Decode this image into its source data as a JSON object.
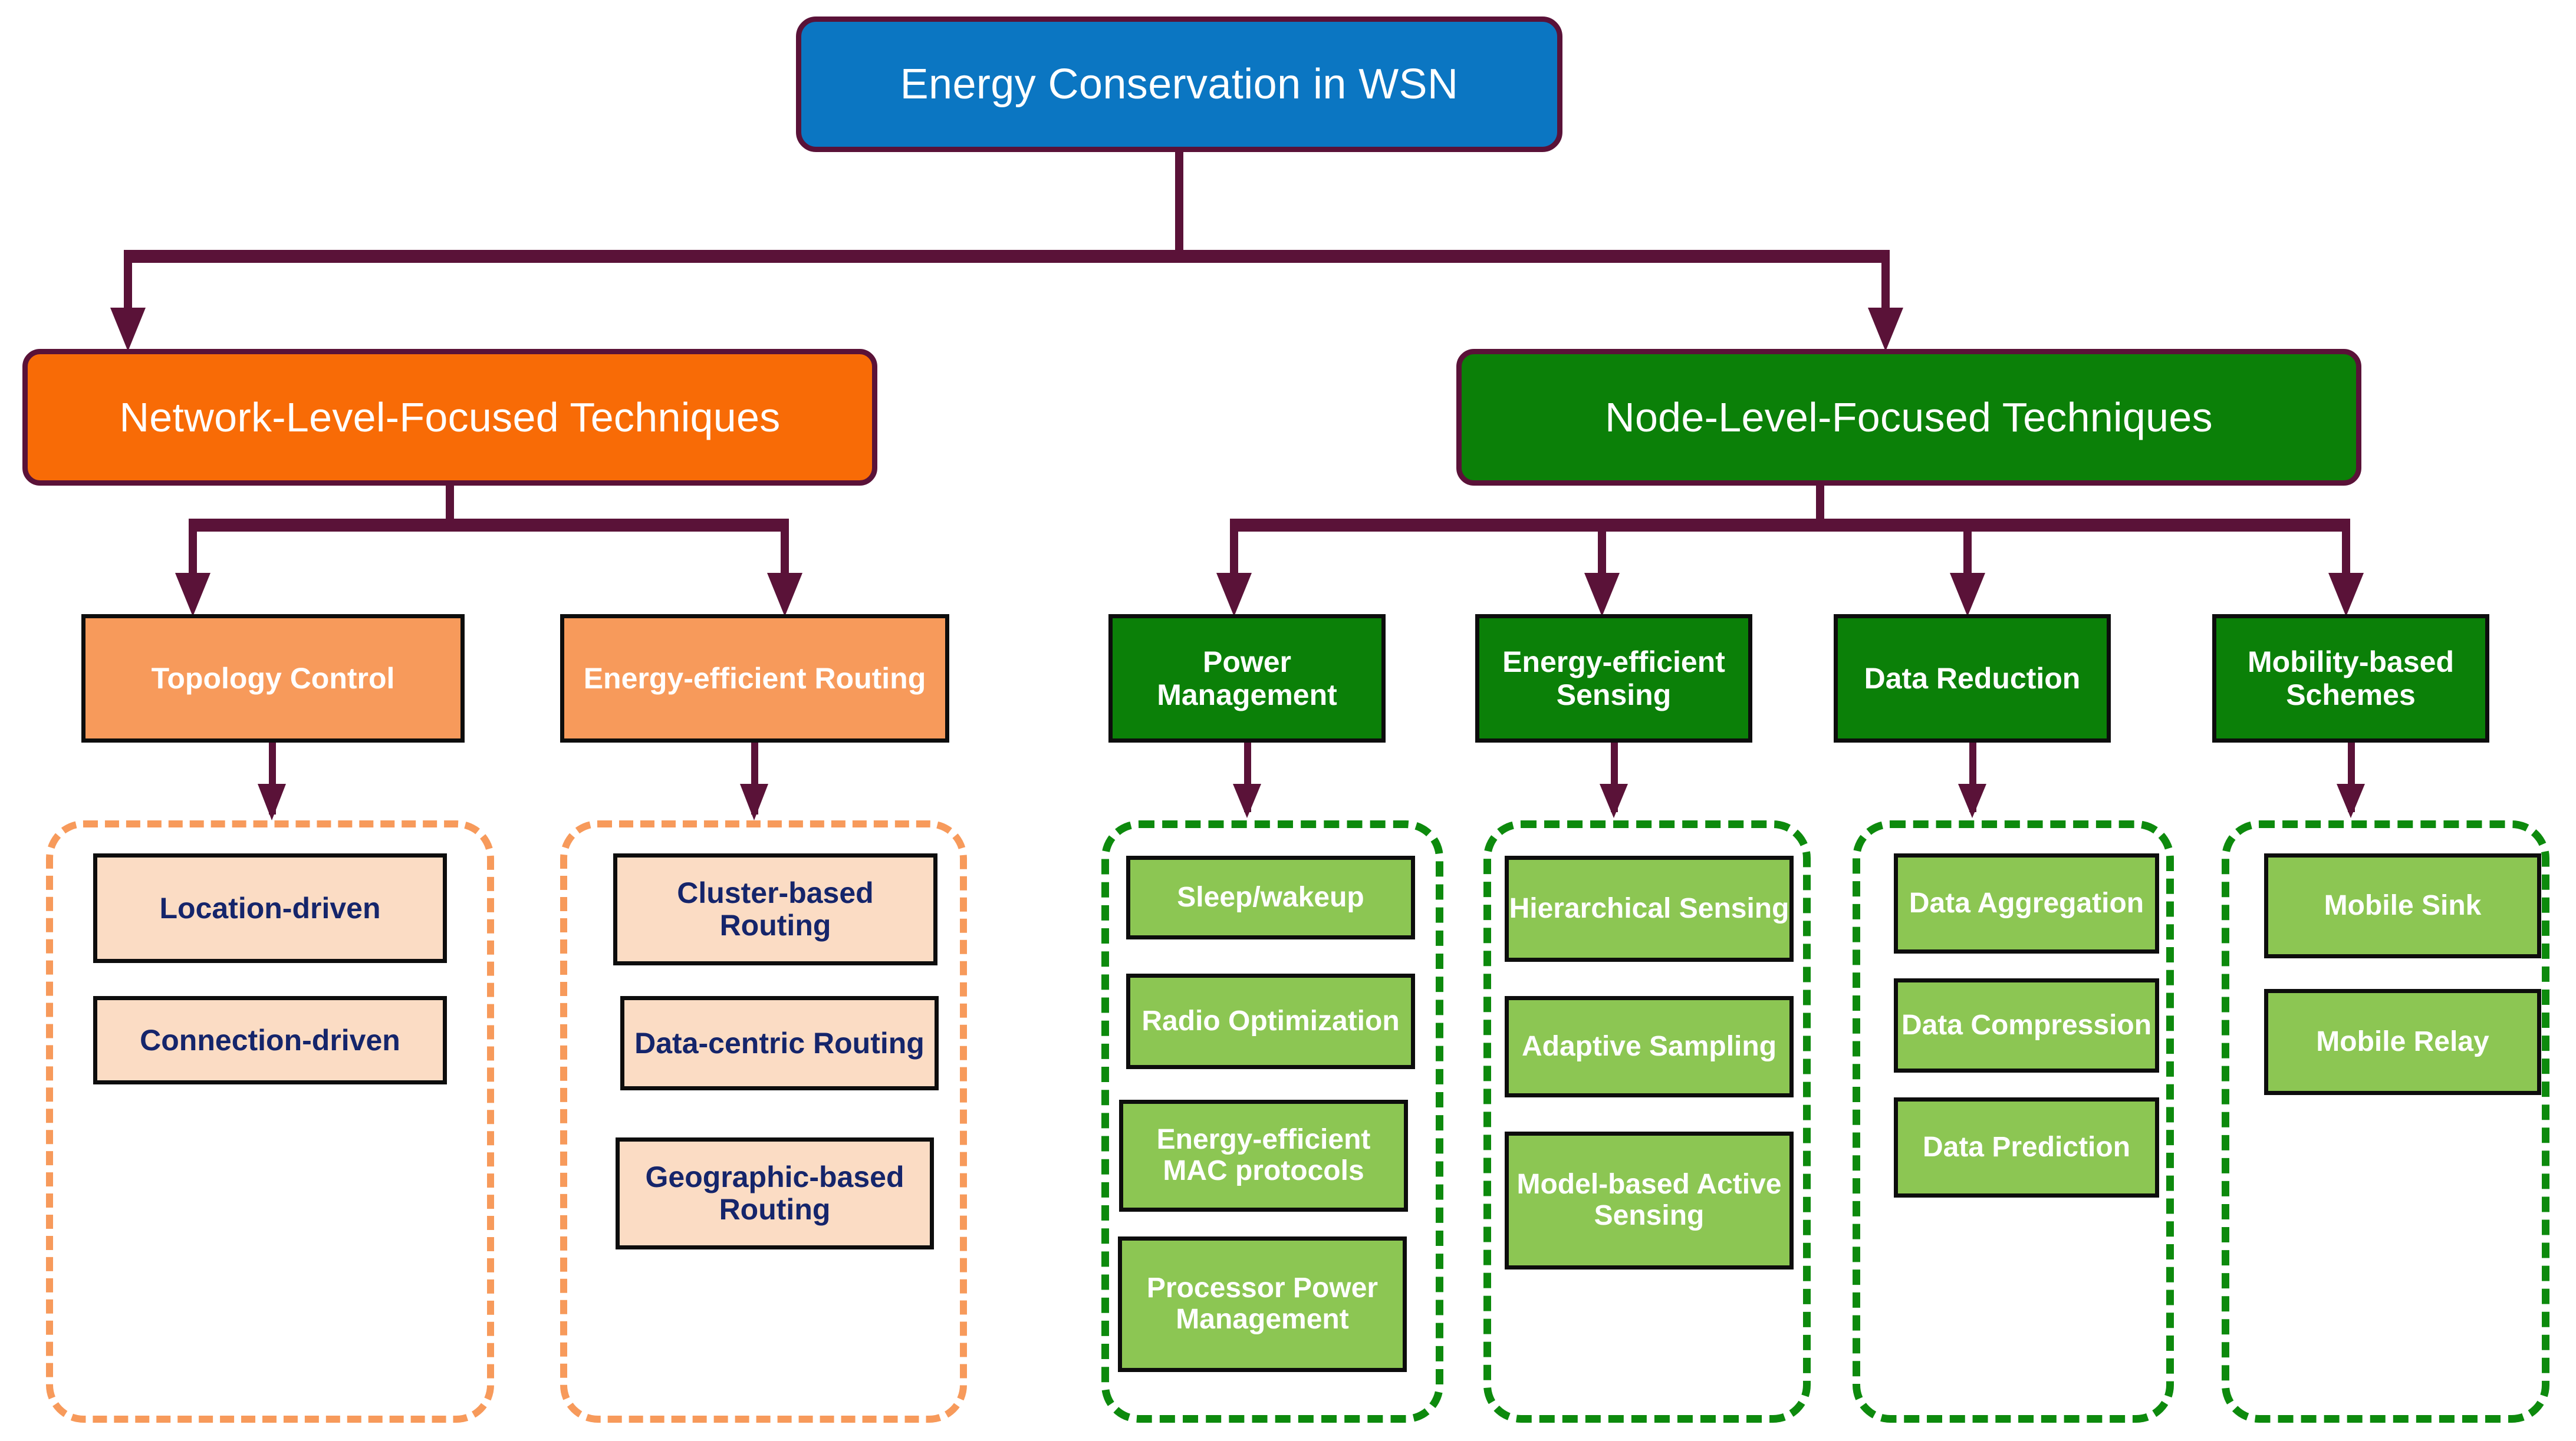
{
  "diagram": {
    "title": "Energy Conservation in WSN",
    "root": {
      "label": "Energy Conservation in WSN",
      "color": "#0B76C2"
    },
    "branches": [
      {
        "label": "Network-Level-Focused Techniques",
        "color": "#F86B06",
        "accent": "#F79A5B",
        "categories": [
          {
            "label": "Topology Control",
            "items": [
              "Location-driven",
              "Connection-driven"
            ]
          },
          {
            "label": "Energy-efficient Routing",
            "items": [
              "Cluster-based Routing",
              "Data-centric Routing",
              "Geographic-based Routing"
            ]
          }
        ]
      },
      {
        "label": "Node-Level-Focused Techniques",
        "color": "#0B8008",
        "accent": "#8CC653",
        "categories": [
          {
            "label": "Power Management",
            "items": [
              "Sleep/wakeup",
              "Radio Optimization",
              "Energy-efficient MAC protocols",
              "Processor Power Management"
            ]
          },
          {
            "label": "Energy-efficient Sensing",
            "items": [
              "Hierarchical Sensing",
              "Adaptive Sampling",
              "Model-based Active Sensing"
            ]
          },
          {
            "label": "Data Reduction",
            "items": [
              "Data Aggregation",
              "Data Compression",
              "Data Prediction"
            ]
          },
          {
            "label": "Mobility-based Schemes",
            "items": [
              "Mobile Sink",
              "Mobile Relay"
            ]
          }
        ]
      }
    ],
    "colors": {
      "connector": "#5A1238",
      "leaf_text_network": "#15256B",
      "leaf_text_node": "#FFFFFF",
      "border_dark": "#0D0D0D"
    }
  }
}
